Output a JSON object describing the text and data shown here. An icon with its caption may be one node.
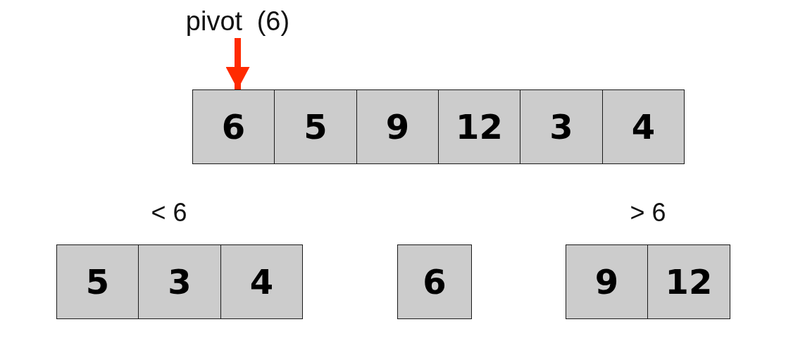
{
  "diagram": {
    "nodes": [
      {
        "text": [
          "pivot (6)"
        ]
      },
      {
        "text": [
          "6"
        ]
      },
      {
        "text": [
          "5"
        ]
      },
      {
        "text": [
          "9"
        ]
      },
      {
        "text": [
          "12"
        ]
      },
      {
        "text": [
          "3"
        ]
      },
      {
        "text": [
          "4"
        ]
      },
      {
        "text": [
          "5"
        ]
      },
      {
        "text": [
          "3"
        ]
      },
      {
        "text": [
          "4"
        ]
      },
      {
        "text": [
          "6"
        ]
      },
      {
        "text": [
          "9"
        ]
      },
      {
        "text": [
          "12"
        ]
      }
    ],
    "edges": [
      {
        "from": 0,
        "to": 1,
        "arrow": "to",
        "color": "#ff2a00"
      }
    ],
    "labels": [
      "< 6",
      "> 6"
    ]
  }
}
